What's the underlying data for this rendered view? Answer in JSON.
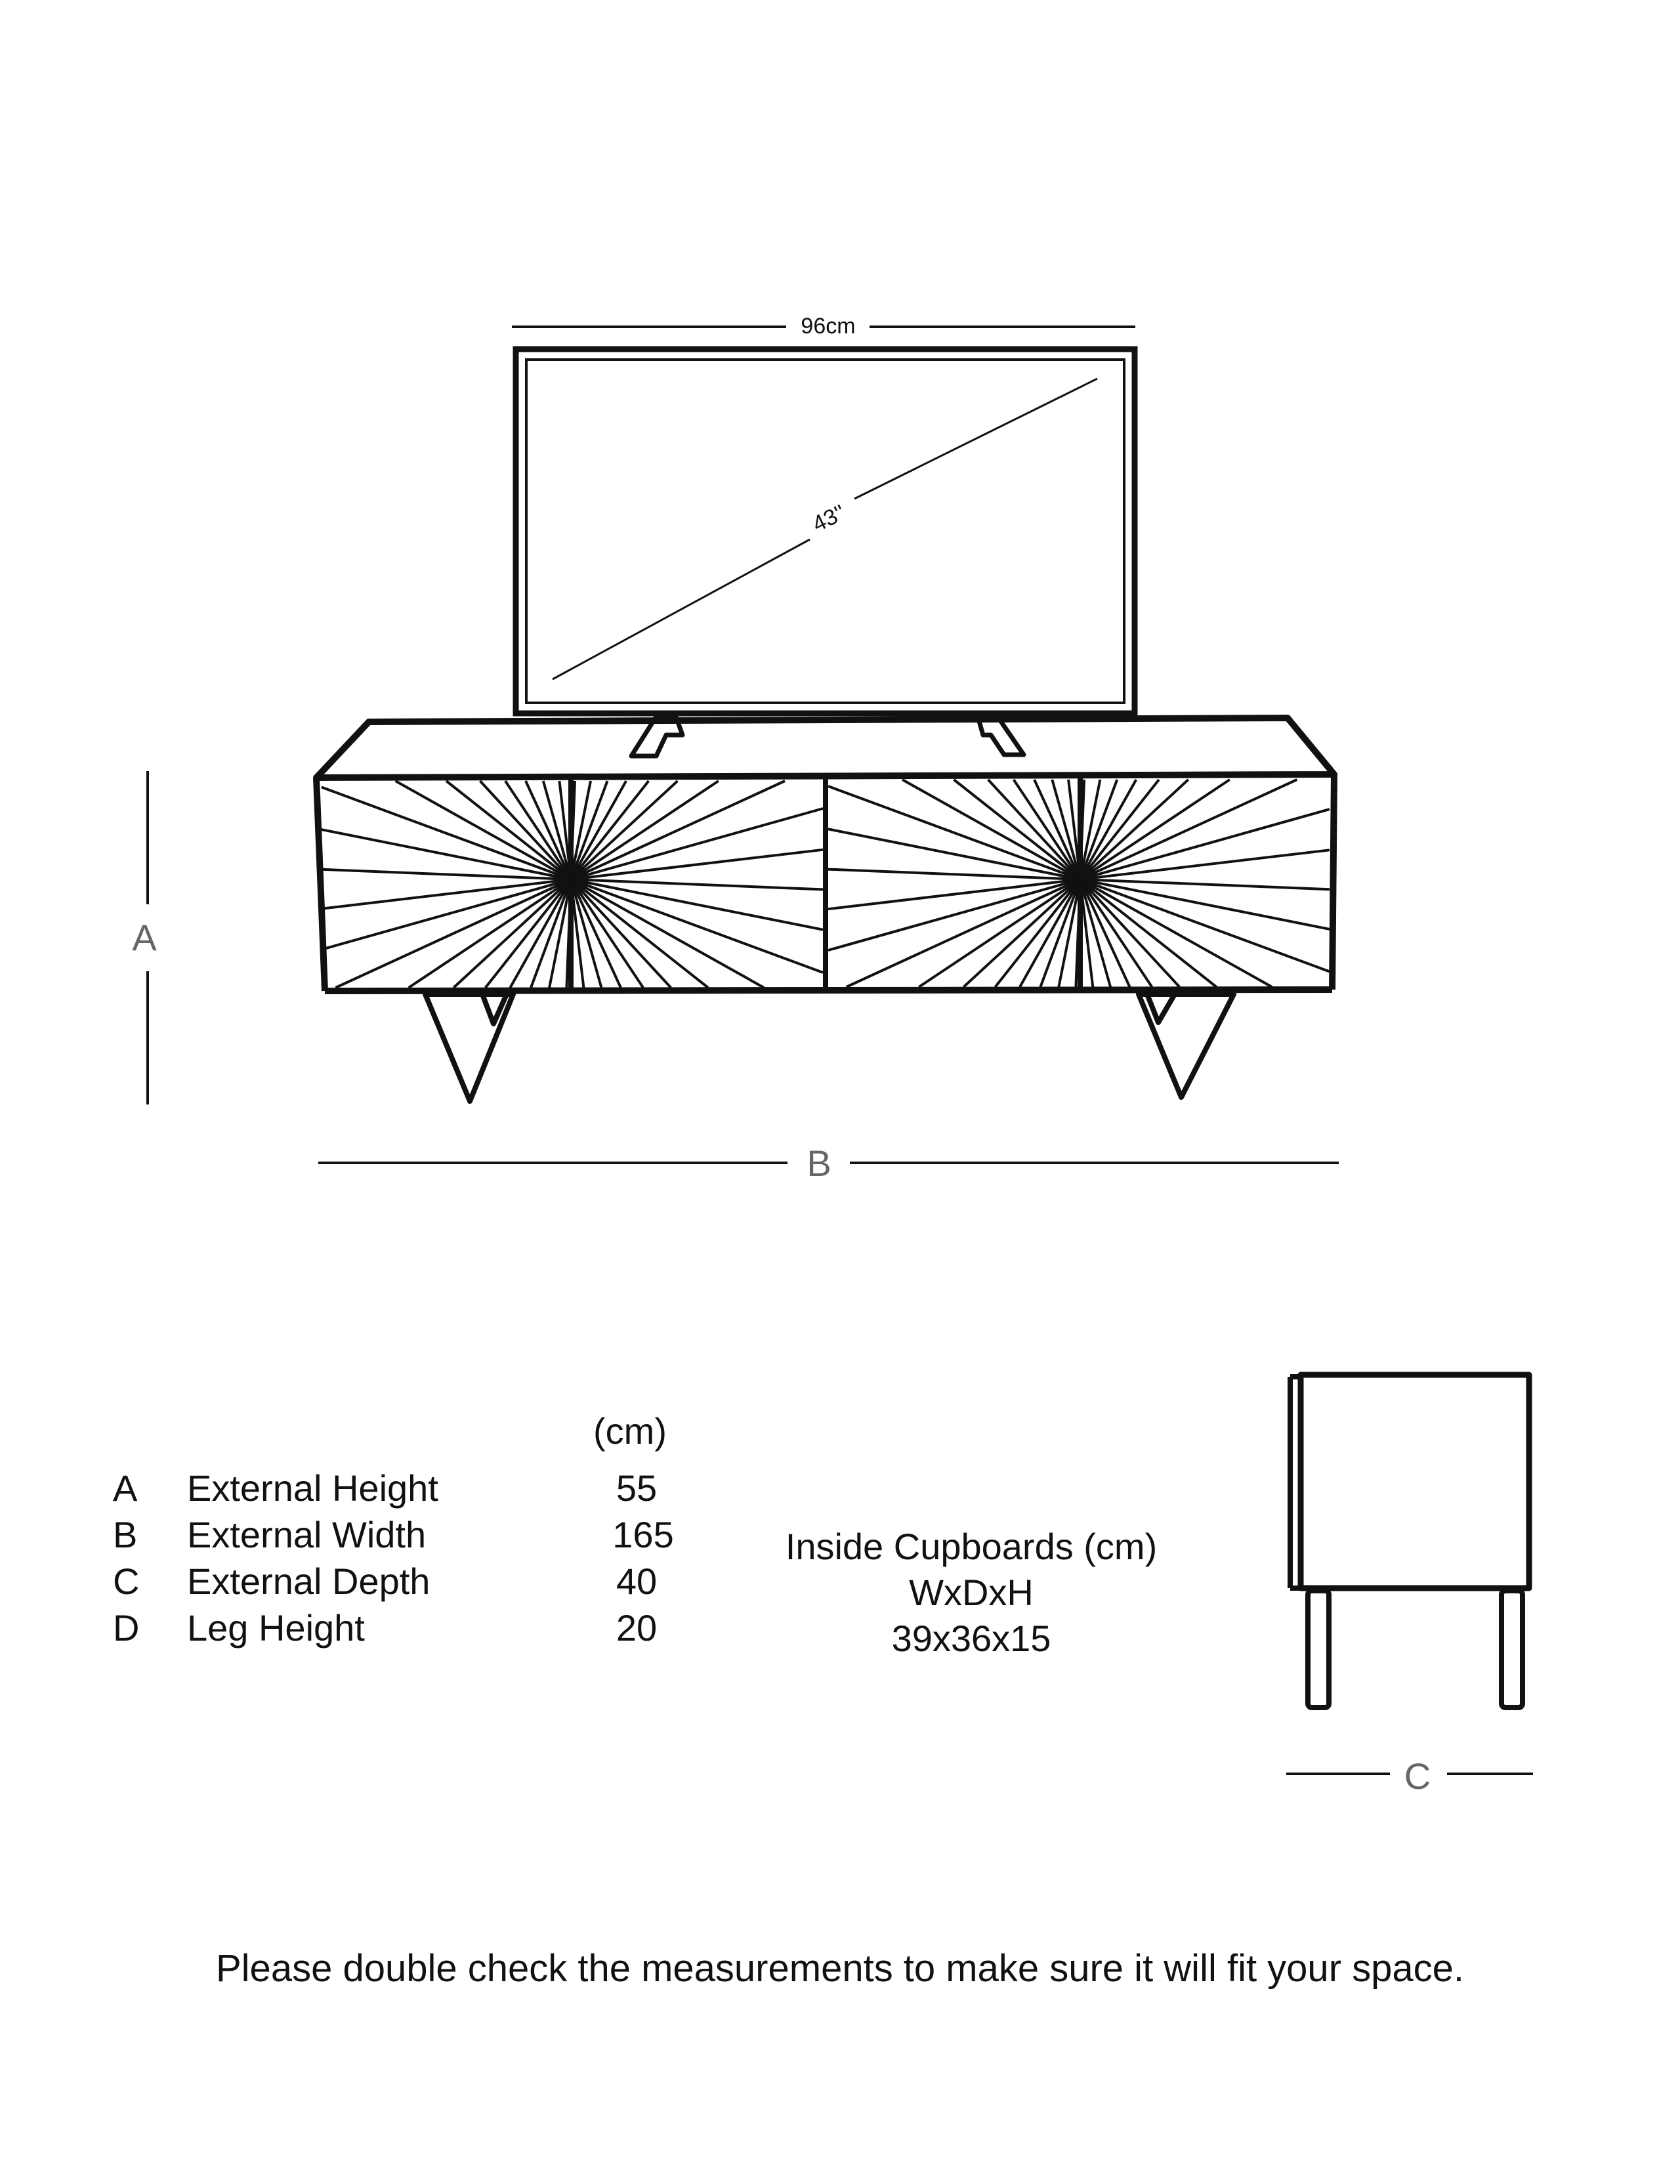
{
  "tv": {
    "width_label": "96cm",
    "diagonal_label": "43''"
  },
  "dimension_markers": {
    "height": "A",
    "width": "B",
    "depth": "C"
  },
  "specs": {
    "unit_header": "(cm)",
    "rows": [
      {
        "letter": "A",
        "name": "External Height",
        "value": "55"
      },
      {
        "letter": "B",
        "name": "External Width",
        "value": "165"
      },
      {
        "letter": "C",
        "name": "External Depth",
        "value": "40"
      },
      {
        "letter": "D",
        "name": "Leg Height",
        "value": "20"
      }
    ]
  },
  "inside_cupboards": {
    "title": "Inside Cupboards (cm)",
    "format": "WxDxH",
    "dimensions": "39x36x15"
  },
  "footer_note": "Please double check the measurements to make sure it will fit your space."
}
